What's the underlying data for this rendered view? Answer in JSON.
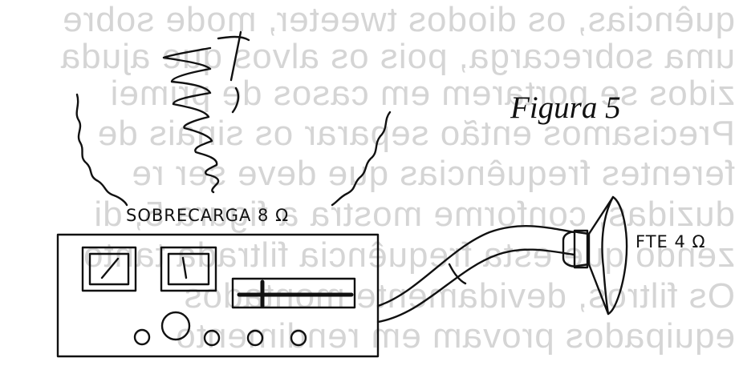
{
  "bleed_through": {
    "lines": [
      "quências, os diodos tweeter, mode sobre",
      "uma sobrecarga, pois os alvos que ajuda",
      "zidos se portarem em casos de primei",
      "Precisamos então separar os sinais de",
      "ferentes frequências que deve ser re",
      "duzidas, conforme mostra a figura 5, di",
      "zendo que esta frequência filtrada tanto",
      "Os filtros, devidamente montados",
      "equipados provam em rendimento"
    ]
  },
  "figure": {
    "title": "Figura 5",
    "overload_label": "SOBRECARGA 8 Ω",
    "speaker_label": "FTE 4 Ω"
  },
  "colors": {
    "ink": "#111111",
    "paper": "#ffffff",
    "bleed": "#d6d6d6"
  },
  "device_icons": [
    "left-vu-meter-icon",
    "right-vu-meter-icon",
    "slider-icon",
    "knob-icon",
    "speaker-icon"
  ]
}
